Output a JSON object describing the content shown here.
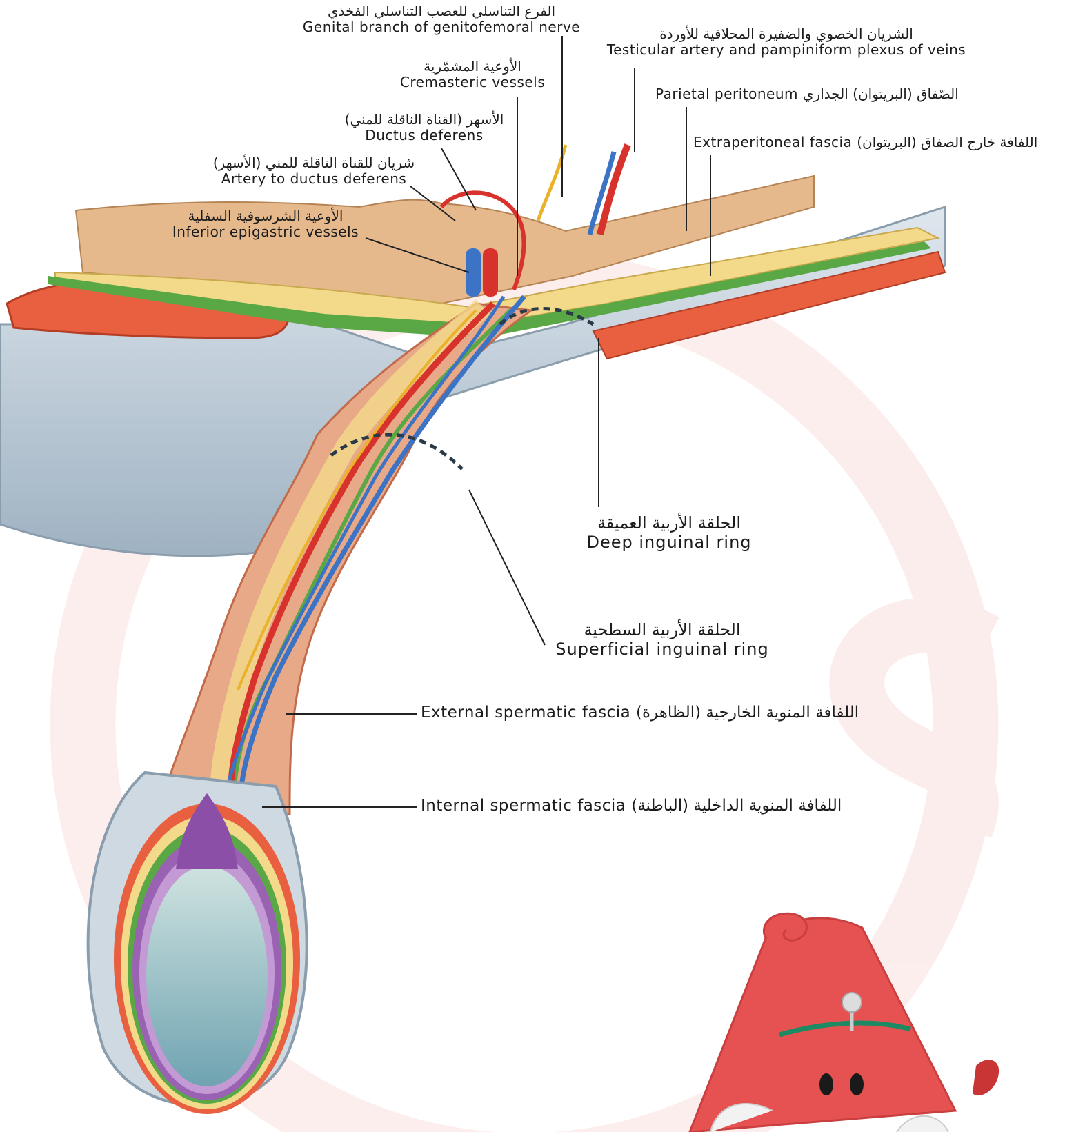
{
  "labels": {
    "genital_branch": {
      "ar": "الفرع التناسلي للعصب التناسلي الفخذي",
      "en": "Genital branch of genitofemoral nerve"
    },
    "testicular_artery": {
      "ar": "الشريان الخصوي والضفيرة المحلاقية للأوردة",
      "en": "Testicular artery and pampiniform plexus of veins"
    },
    "cremasteric_vessels": {
      "ar": "الأوعية المشمّرية",
      "en": "Cremasteric vessels"
    },
    "parietal_peritoneum": {
      "text": "Parietal peritoneum الصّفاق (البريتوان) الجداري"
    },
    "ductus_deferens": {
      "ar": "الأسهر (القناة الناقلة للمني)",
      "en": "Ductus deferens"
    },
    "extraperitoneal_fascia": {
      "text": "Extraperitoneal fascia  اللفافة خارج الصفاق (البريتوان)"
    },
    "artery_ductus": {
      "ar": "شريان للقناة الناقلة للمني (الأسهر)",
      "en": "Artery to ductus deferens"
    },
    "inferior_epigastric": {
      "ar": "الأوعية الشرسوفية السفلية",
      "en": "Inferior epigastric vessels"
    },
    "deep_ring": {
      "ar": "الحلقة الأربية العميقة",
      "en": "Deep inguinal ring"
    },
    "superficial_ring": {
      "ar": "الحلقة الأربية السطحية",
      "en": "Superficial inguinal ring"
    },
    "external_fascia": {
      "text": "External spermatic fascia اللفافة المنوية الخارجية (الظاهرة)"
    },
    "internal_fascia": {
      "text": "Internal spermatic fascia اللفافة المنوية الداخلية (الباطنة)"
    }
  },
  "colors": {
    "skin": "#e6b98d",
    "fat_yellow": "#f3d98a",
    "muscle": "#e8603f",
    "green_fascia": "#5aa845",
    "aponeurosis": "#b9c9d6",
    "vein": "#3d73c4",
    "artery": "#d8322c",
    "nerve": "#e9b22a",
    "tunica": "#9a62b3",
    "testis": "#9fc7c8",
    "mascot": "#e65251",
    "watermark": "#fbe4e4"
  }
}
